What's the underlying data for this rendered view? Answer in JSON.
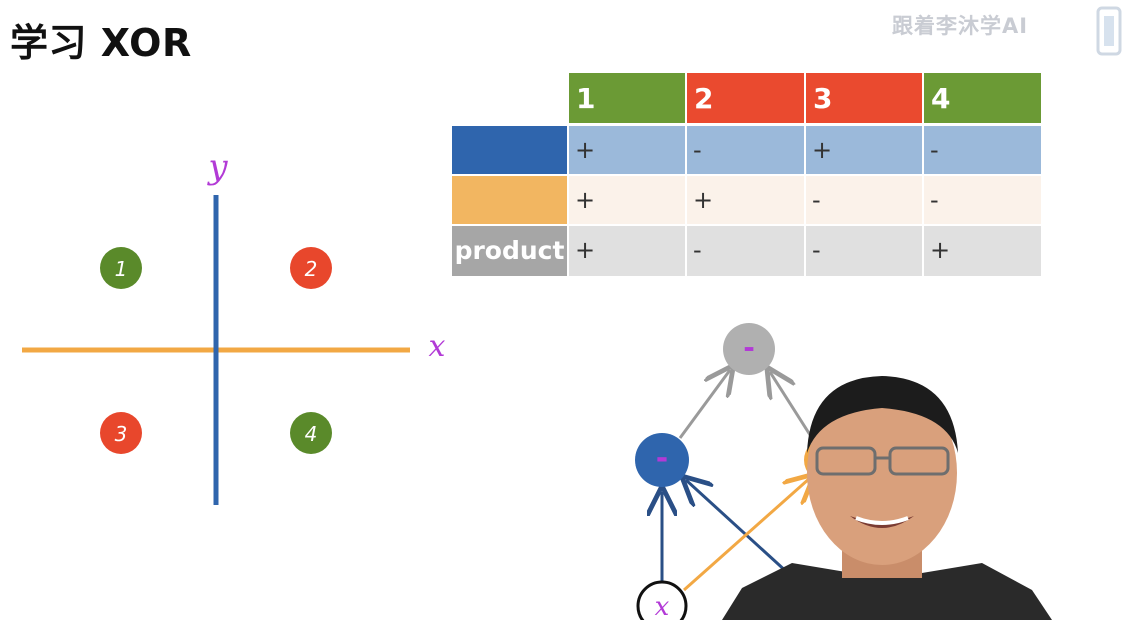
{
  "title": "学习 XOR",
  "watermark": "跟着李沐学AI",
  "plot": {
    "x_label": "x",
    "y_label": "y",
    "quadrants": [
      {
        "label": "1",
        "color": "#5a8a2a"
      },
      {
        "label": "2",
        "color": "#e8472c"
      },
      {
        "label": "3",
        "color": "#e8472c"
      },
      {
        "label": "4",
        "color": "#5a8a2a"
      }
    ]
  },
  "table": {
    "headers": [
      {
        "label": "1",
        "color": "#6b9a35"
      },
      {
        "label": "2",
        "color": "#ea4a2f"
      },
      {
        "label": "3",
        "color": "#ea4a2f"
      },
      {
        "label": "4",
        "color": "#6b9a35"
      }
    ],
    "rows": [
      {
        "label": "",
        "label_color": "#2f65ad",
        "row_color": "#9bb9da",
        "values": [
          "+",
          "-",
          "+",
          "-"
        ]
      },
      {
        "label": "",
        "label_color": "#f2b661",
        "row_color": "#fbf2ea",
        "values": [
          "+",
          "+",
          "-",
          "-"
        ]
      },
      {
        "label": "product",
        "label_color": "#a6a6a6",
        "row_color": "#e0e0e0",
        "values": [
          "+",
          "-",
          "-",
          "+"
        ]
      }
    ]
  },
  "network": {
    "output_mark": "-",
    "hidden_mark": "-",
    "input_label": "x"
  },
  "colors": {
    "blue": "#2f65ad",
    "orange": "#f2a844",
    "gray_node": "#b0b0b0",
    "purple_ink": "#b23ad6"
  }
}
